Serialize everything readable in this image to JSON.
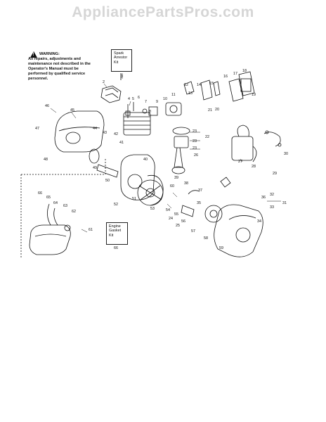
{
  "watermark": "AppliancePartsPros.com",
  "warning": {
    "title": "WARNING:",
    "text": "All repairs, adjustments and maintenance not described in the Operator's Manual must be performed by qualified service personnel."
  },
  "kits": {
    "spark_arrestor": {
      "line1": "Spark",
      "line2": "Arrestor",
      "line3": "Kit",
      "number": "3"
    },
    "engine_gasket": {
      "line1": "Engine",
      "line2": "Gasket",
      "line3": "Kit",
      "number": "66"
    }
  },
  "callouts": [
    {
      "id": "3",
      "text": "3"
    },
    {
      "id": "2",
      "text": "2"
    },
    {
      "id": "4",
      "text": "4"
    },
    {
      "id": "5",
      "text": "5"
    },
    {
      "id": "6",
      "text": "6"
    },
    {
      "id": "7",
      "text": "7"
    },
    {
      "id": "8",
      "text": "8"
    },
    {
      "id": "9",
      "text": "9"
    },
    {
      "id": "10",
      "text": "10"
    },
    {
      "id": "11",
      "text": "11"
    },
    {
      "id": "12",
      "text": "12"
    },
    {
      "id": "13",
      "text": "13"
    },
    {
      "id": "14",
      "text": "14"
    },
    {
      "id": "15",
      "text": "15"
    },
    {
      "id": "16",
      "text": "16"
    },
    {
      "id": "17",
      "text": "17"
    },
    {
      "id": "18",
      "text": "18"
    },
    {
      "id": "19",
      "text": "19"
    },
    {
      "id": "20",
      "text": "20"
    },
    {
      "id": "21",
      "text": "21"
    },
    {
      "id": "22",
      "text": "22"
    },
    {
      "id": "23a",
      "text": "23"
    },
    {
      "id": "23b",
      "text": "23"
    },
    {
      "id": "23c",
      "text": "23"
    },
    {
      "id": "24",
      "text": "24"
    },
    {
      "id": "25",
      "text": "25"
    },
    {
      "id": "26",
      "text": "26"
    },
    {
      "id": "27",
      "text": "27"
    },
    {
      "id": "28",
      "text": "28"
    },
    {
      "id": "29",
      "text": "29"
    },
    {
      "id": "30",
      "text": "30"
    },
    {
      "id": "31",
      "text": "31"
    },
    {
      "id": "32",
      "text": "32"
    },
    {
      "id": "33",
      "text": "33"
    },
    {
      "id": "34",
      "text": "34"
    },
    {
      "id": "35",
      "text": "35"
    },
    {
      "id": "36",
      "text": "36"
    },
    {
      "id": "37",
      "text": "37"
    },
    {
      "id": "38",
      "text": "38"
    },
    {
      "id": "39",
      "text": "39"
    },
    {
      "id": "40",
      "text": "40"
    },
    {
      "id": "41",
      "text": "41"
    },
    {
      "id": "42",
      "text": "42"
    },
    {
      "id": "43",
      "text": "43"
    },
    {
      "id": "44",
      "text": "44"
    },
    {
      "id": "45",
      "text": "45"
    },
    {
      "id": "46",
      "text": "46"
    },
    {
      "id": "47",
      "text": "47"
    },
    {
      "id": "48",
      "text": "48"
    },
    {
      "id": "49",
      "text": "49"
    },
    {
      "id": "50",
      "text": "50"
    },
    {
      "id": "51",
      "text": "51"
    },
    {
      "id": "52",
      "text": "52"
    },
    {
      "id": "53",
      "text": "53"
    },
    {
      "id": "54",
      "text": "54"
    },
    {
      "id": "55",
      "text": "55"
    },
    {
      "id": "56",
      "text": "56"
    },
    {
      "id": "57",
      "text": "57"
    },
    {
      "id": "58",
      "text": "58"
    },
    {
      "id": "59",
      "text": "59"
    },
    {
      "id": "60",
      "text": "60"
    },
    {
      "id": "61",
      "text": "61"
    },
    {
      "id": "62",
      "text": "62"
    },
    {
      "id": "63",
      "text": "63"
    },
    {
      "id": "64",
      "text": "64"
    },
    {
      "id": "65",
      "text": "65"
    },
    {
      "id": "66",
      "text": "66"
    }
  ]
}
